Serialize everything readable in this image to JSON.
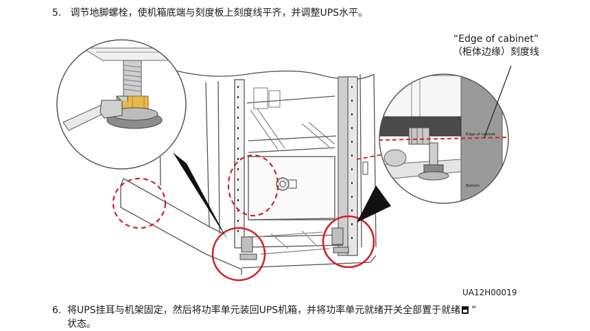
{
  "step5": {
    "number": "5.",
    "text": "调节地脚螺栓，使机箱底端与刻度板上刻度线平齐，并调整UPS水平。"
  },
  "callout": {
    "line1": "“Edge of cabinet”",
    "line2": "（柜体边缘）刻度线"
  },
  "scale_labels": {
    "edge": "Edge of cabinet",
    "bottom": "Bottom"
  },
  "figure_id": "UA12H00019",
  "step6": {
    "number": "6.",
    "text_before_icon": "将UPS挂耳与机架固定，然后将功率单元装回UPS机箱，并将功率单元就绪开关全部置于就绪",
    "text_after_icon": "”",
    "continuation": "状态。"
  },
  "colors": {
    "highlight_red": "#d11f26",
    "line_gray": "#8a8a8a",
    "panel_gray": "#d9d9d9",
    "dark_gray": "#6b6b6b"
  },
  "icons": [
    "wrench-icon",
    "ready-switch-icon"
  ]
}
